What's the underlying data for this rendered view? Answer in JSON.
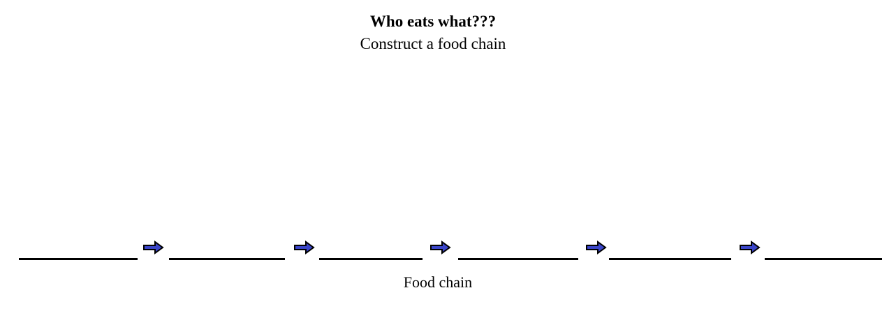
{
  "page": {
    "title": "Who eats what???",
    "subtitle": "Construct a food chain",
    "background_color": "#ffffff",
    "text_color": "#000000"
  },
  "food_chain": {
    "caption": "Food chain",
    "blank_count": 6,
    "arrow_count": 5,
    "arrow_direction": "right",
    "arrow_fill_color": "#3a45c8",
    "arrow_outline_color": "#000000",
    "blank_line_color": "#000000"
  }
}
